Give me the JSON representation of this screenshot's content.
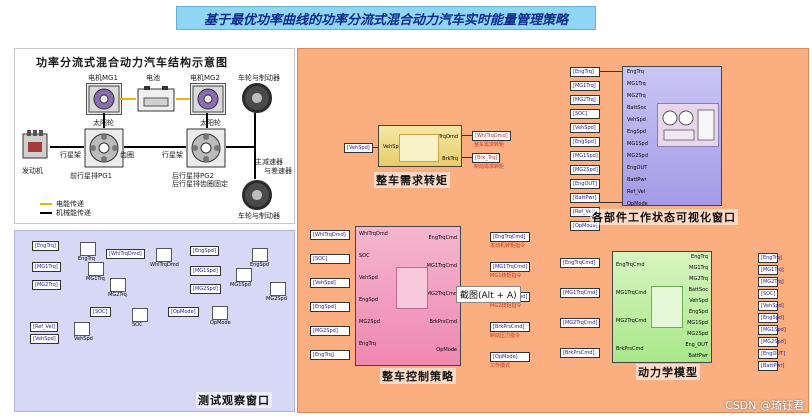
{
  "title": "基于最优功率曲线的功率分流式混合动力汽车实时能量管理策略",
  "diagram": {
    "title": "功率分流式混合动力汽车结构示意图",
    "labels": {
      "mg1": "电机MG1",
      "battery": "电池",
      "mg2": "电机MG2",
      "wheel_brake_top": "车轮与制动器",
      "sun_gear_1": "太阳轮",
      "sun_gear_2": "太阳轮",
      "planet_carrier_1": "行星架",
      "ring_gear": "齿圈",
      "planet_carrier_2": "行星架",
      "main_reducer": "主减速器",
      "differential": "与差速器",
      "engine": "发动机",
      "front_pg": "前行星排PG1",
      "rear_pg": "后行星排PG2",
      "rear_ring_fixed": "后行星排齿圈固定",
      "wheel_brake_bottom": "车轮与制动器"
    },
    "legend": [
      {
        "label": "电能传递",
        "color": "#f0b400"
      },
      {
        "label": "机械能传递",
        "color": "#000000"
      }
    ]
  },
  "main": {
    "captions": {
      "demand": "整车需求转矩",
      "visual": "各部件工作状态可视化窗口",
      "control": "整车控制策略",
      "dynamics": "动力学模型",
      "monitor": "测试观察窗口"
    },
    "demand_block": {
      "input": "[VehSpd]",
      "in_port": "VehSpd",
      "out_port_1": "WhlTrqDmd",
      "out_port_2": "BrkTrq",
      "out_tag_1": "[WhlTrqDmd]",
      "out_tag_2": "[Brk_Trq]",
      "out_note_1": "整车需求转矩",
      "out_note_2": "制动需求转矩"
    },
    "visual_block": {
      "inputs": [
        "[EngTrq]",
        "[MG1Trq]",
        "[MG2Trq]",
        "[SOC]",
        "[VehSpd]",
        "[EngSpd]",
        "[MG1Spd]",
        "[MG2Spd]",
        "[EngOUT]",
        "[BattPwr]",
        "[Ref_Vel]",
        "[OpMode]"
      ],
      "ports": [
        "EngTrq",
        "MG1Trq",
        "MG2Trq",
        "BattSoc",
        "VehSpd",
        "EngSpd",
        "MG1Spd",
        "MG2Spd",
        "EngOUT",
        "BattPwr",
        "Ref_Vel",
        "OpMode"
      ]
    },
    "control_block": {
      "inputs": [
        "[WhlTrqDmd]",
        "[SOC]",
        "[VehSpd]",
        "[EngSpd]",
        "[MG2Spd]",
        "[EngTrq]"
      ],
      "in_ports": [
        "WhlTrqDmd",
        "SOC",
        "VehSpd",
        "EngSpd",
        "MG2Spd",
        "EngTrq"
      ],
      "out_ports": [
        "EngTrqCmd",
        "MG1TrqCmd",
        "MG2TrqCmd",
        "BrkPrsCmd",
        "OpMode"
      ],
      "out_tags": [
        "[EngTrqCmd]",
        "[MG1TrqCmd]",
        "[MG2TrqCmd]",
        "[BrkPrsCmd]",
        "[OpMode]"
      ],
      "out_notes": [
        "发动机转矩指令",
        "MG1转矩指令",
        "MG2转矩指令",
        "制动压力指令",
        "工作模式"
      ]
    },
    "dynamics_block": {
      "inputs": [
        "[EngTrqCmd]",
        "[MG1TrqCmd]",
        "[MG2TrqCmd]",
        "[BrkPrsCmd]"
      ],
      "in_ports": [
        "EngTrqCmd",
        "MG1TrqCmd",
        "MG2TrqCmd",
        "BrkPrsCmd"
      ],
      "out_ports": [
        "EngTrq",
        "MG1Trq",
        "MG2Trq",
        "BattSoc",
        "VehSpd",
        "EngSpd",
        "MG1Spd",
        "MG2Spd",
        "Eng_OUT",
        "BattPwr"
      ],
      "out_tags": [
        "[EngTrq]",
        "[MG1Trq]",
        "[MG2Trq]",
        "[SOC]",
        "[VehSpd]",
        "[EngSpd]",
        "[MG1Spd]",
        "[MG2Spd]",
        "[EngOUT]",
        "[BattPwr]"
      ]
    },
    "tooltip": "截图(Alt + A)"
  },
  "monitor": {
    "tags": [
      "[EngTrq]",
      "[MG1Trq]",
      "[MG2Trq]",
      "[WhlTrqDmd]",
      "[EngSpd]",
      "[MG1Spd]",
      "[MG2Spd]",
      "[SOC]",
      "[OpMode]",
      "[Ref_Vel]",
      "[VehSpd]"
    ],
    "scopes": [
      "EngTrq",
      "MG1Trq",
      "MG2Trq",
      "WhlTrqDmd",
      "EngSpd",
      "MG1Spd",
      "MG2Spd",
      "SOC",
      "OpMode",
      "VehSpd"
    ]
  },
  "watermark": "CSDN @琦钰君"
}
